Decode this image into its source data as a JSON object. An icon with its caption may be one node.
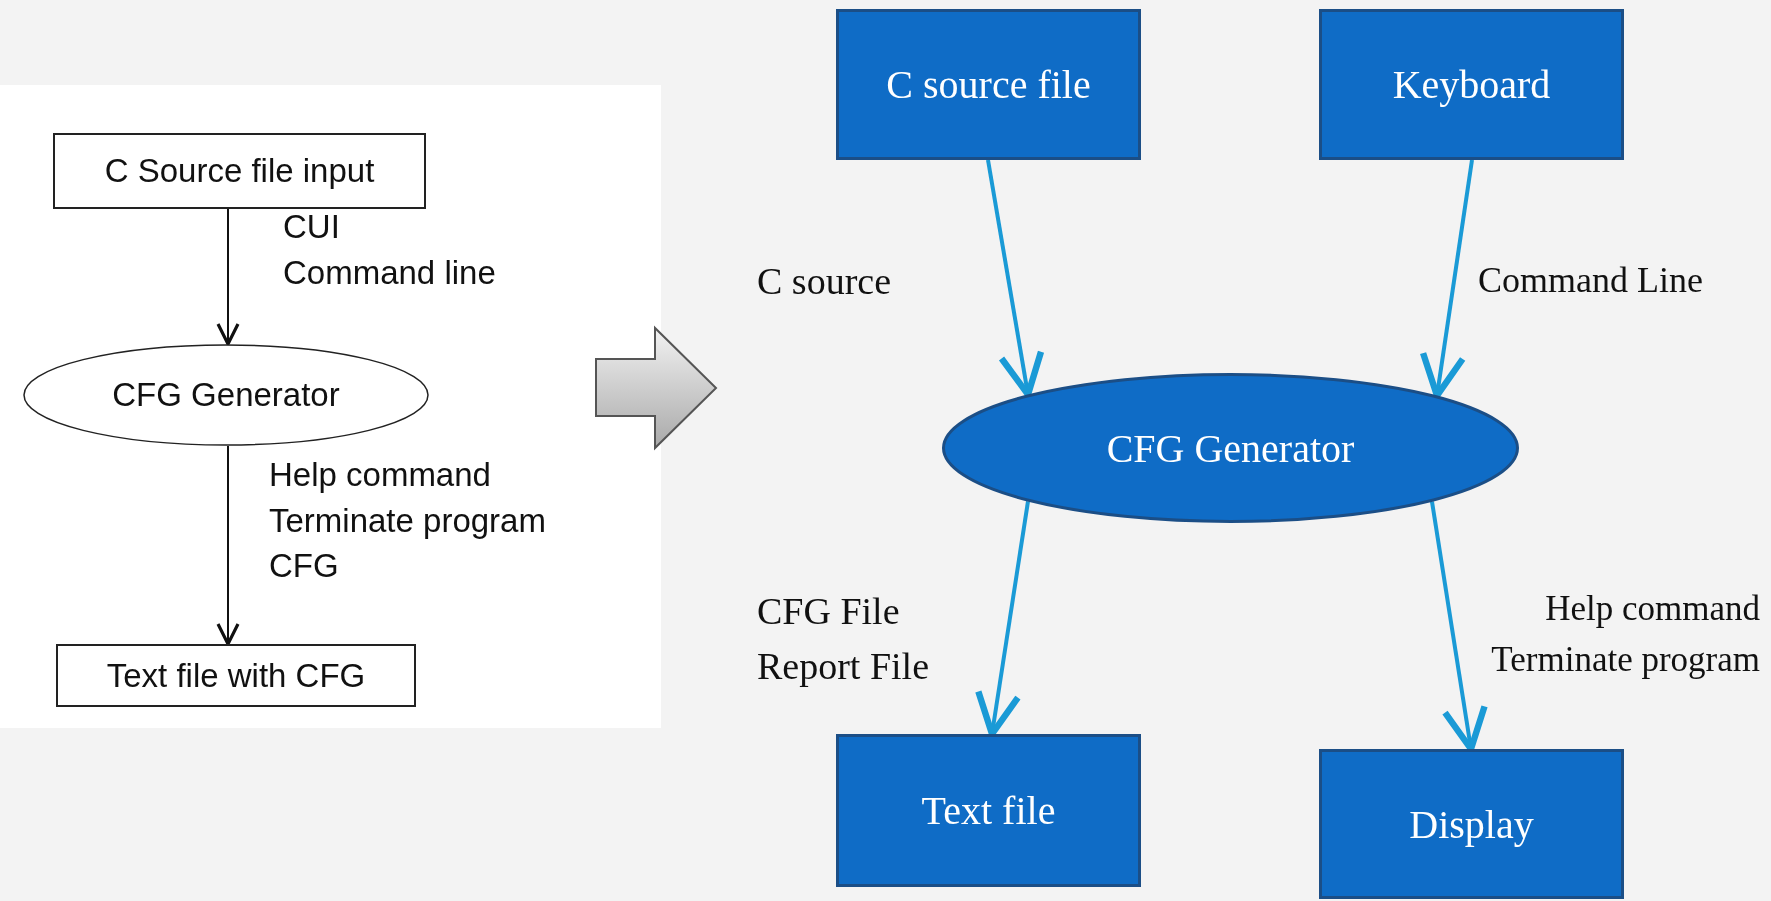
{
  "diagram": {
    "nodes": [
      {
        "text": [
          "C Source file input"
        ]
      },
      {
        "text": [
          "CFG Generator"
        ]
      },
      {
        "text": [
          "Text file with CFG"
        ]
      },
      {
        "text": [
          "C source file"
        ]
      },
      {
        "text": [
          "Keyboard"
        ]
      },
      {
        "text": [
          "CFG Generator"
        ]
      },
      {
        "text": [
          "Text file"
        ]
      },
      {
        "text": [
          "Display"
        ]
      }
    ],
    "edges": [
      {
        "from": 0,
        "to": 1,
        "arrow": "to",
        "label": "CUI Command line",
        "color": "#111111"
      },
      {
        "from": 1,
        "to": 2,
        "arrow": "to",
        "label": "Help command Terminate program CFG",
        "color": "#111111"
      },
      {
        "from": 3,
        "to": 5,
        "arrow": "to",
        "label": "C source"
      },
      {
        "from": 4,
        "to": 5,
        "arrow": "to",
        "label": "Command Line"
      },
      {
        "from": 5,
        "to": 6,
        "arrow": "to",
        "label": "CFG File Report File"
      },
      {
        "from": 5,
        "to": 7,
        "arrow": "to",
        "label": "Help command Terminate program"
      }
    ]
  }
}
